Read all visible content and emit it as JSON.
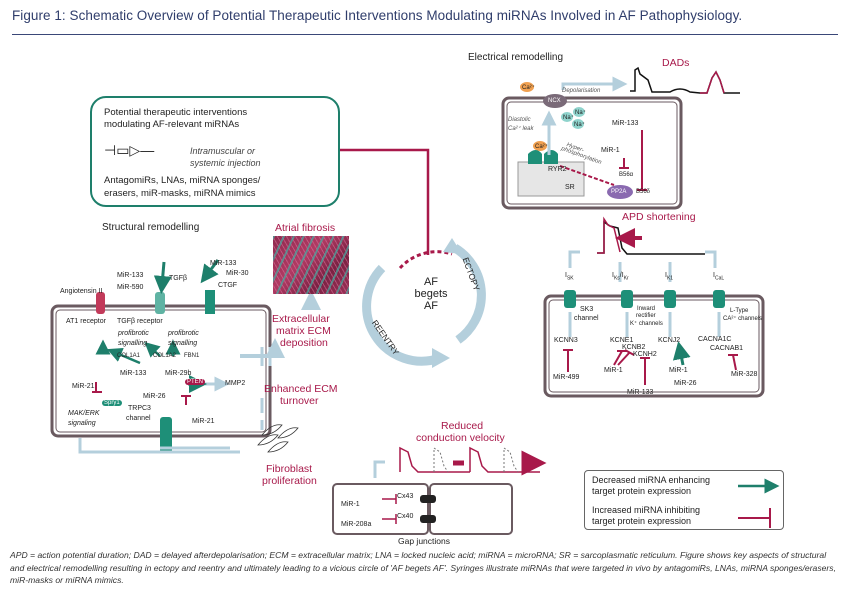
{
  "figure": {
    "title": "Figure 1: Schematic Overview of Potential Therapeutic Interventions Modulating miRNAs Involved in AF Pathophysiology.",
    "caption": "APD = action potential duration; DAD = delayed afterdepolarisation; ECM = extracellular matrix; LNA = locked nucleic acid; miRNA = microRNA; SR = sarcoplasmatic reticulum. Figure shows key aspects of structural and electrical remodelling resulting in ectopy and reentry and ultimately leading to a vicious circle of 'AF begets AF'. Syringes illustrate miRNAs that were targeted in vivo by antagomiRs, LNAs, miRNA sponges/erasers, miR-masks or miRNA mimics."
  },
  "colors": {
    "title": "#2f3d6b",
    "red": "#a8194a",
    "teal": "#1e7f6b",
    "lightblue": "#b4cfdc",
    "cellborder": "#6a5a60"
  },
  "therapy": {
    "heading": "Potential therapeutic interventions modulating AF-relevant miRNAs",
    "heading_line1": "Potential therapeutic interventions",
    "heading_line2": "modulating AF-relevant miRNAs",
    "route_line1": "Intramuscular or",
    "route_line2": "systemic injection",
    "agents_line1": "AntagomiRs, LNAs, miRNA sponges/",
    "agents_line2": "erasers, miR-masks, miRNA mimics"
  },
  "cycle": {
    "center_line1": "AF",
    "center_line2": "begets",
    "center_line3": "AF",
    "left_label": "REENTRY",
    "right_label": "ECTOPY"
  },
  "structural": {
    "heading": "Structural remodelling",
    "angiotensin": "Angiotensin II",
    "tgfb": "TGFβ",
    "ctgf": "CTGF",
    "at1_receptor": "AT1 receptor",
    "tgfb_receptor": "TGFβ receptor",
    "profibrotic1": "profibrotic",
    "signalling1": "signalling",
    "profibrotic2": "profibrotic",
    "signalling2": "signalling",
    "col1a1": "COL1A1",
    "col1a2": "COL1A2",
    "fbn1": "FBN1",
    "mmp2": "MMP2",
    "pten": "PTEN",
    "spry1": "Spry1",
    "mak_erk1": "MAK/ERK",
    "mak_erk2": "signaling",
    "trpc3_1": "TRPC3",
    "trpc3_2": "channel",
    "mirnas": {
      "mir133_top": "MiR-133",
      "mir590": "MiR-590",
      "mir133_ctgf": "MiR-133",
      "mir30": "MiR-30",
      "mir21_left": "MiR-21",
      "mir133_mid": "MiR-133",
      "mir29b": "MiR-29b",
      "mir26": "MiR-26",
      "mir21_right": "MiR-21"
    }
  },
  "outcomes": {
    "atrial_fibrosis": "Atrial fibrosis",
    "ecm_deposition_1": "Extracellular",
    "ecm_deposition_2": "matrix ECM",
    "ecm_deposition_3": "deposition",
    "ecm_turnover_1": "Enhanced ECM",
    "ecm_turnover_2": "turnover",
    "fibroblast_1": "Fibroblast",
    "fibroblast_2": "proliferation",
    "conduction_1": "Reduced",
    "conduction_2": "conduction velocity",
    "gap_junctions": "Gap junctions"
  },
  "electrical": {
    "heading": "Electrical remodelling",
    "dads": "DADs",
    "ca_top": "Ca²⁺",
    "ncx": "NCX",
    "depolarisation": "Depolarisation",
    "na1": "Na⁺",
    "na2": "Na⁺",
    "na3": "Na⁺",
    "diastolic1": "Diastolic",
    "diastolic2": "Ca²⁺ leak",
    "ca_mid": "Ca²⁺",
    "ryr2": "RYR2",
    "sr": "SR",
    "hyper1": "Hyper-",
    "hyper2": "phosphorylation",
    "mir133": "MiR-133",
    "mir1": "MiR-1",
    "b56a": "B56α",
    "b56d": "B56δ",
    "pp2a": "PP2A"
  },
  "apd": {
    "heading": "APD shortening",
    "currents": [
      "I_SK",
      "I_Ks/I_Kr",
      "I_K1",
      "I_CaL"
    ],
    "sk": "I",
    "sk_sub": "SK",
    "kskr": "I",
    "kskr_sub": "Ks",
    "kskr2": "/I",
    "kskr2_sub": "Kr",
    "k1": "I",
    "k1_sub": "K1",
    "cal": "I",
    "cal_sub": "CaL",
    "sk3_1": "SK3",
    "sk3_2": "channel",
    "inward1": "Inward",
    "inward2": "rectifier",
    "inward3": "K⁺ channels",
    "ltype1": "L-Type",
    "ltype2": "CA²⁺ channels",
    "genes": {
      "kcnn3": "KCNN3",
      "kcne1": "KCNE1",
      "kcnb2": "KCNB2",
      "kcnh2": "KCNH2",
      "kcnj2": "KCNJ2",
      "cacna1c": "CACNA1C",
      "cacnab1": "CACNAB1"
    },
    "mirnas": {
      "mir499": "MiR-499",
      "mir1a": "MiR-1",
      "mir133": "MiR-133",
      "mir1b": "MiR-1",
      "mir26": "MiR-26",
      "mir328": "MiR-328"
    }
  },
  "gap": {
    "mir1": "MiR-1",
    "mir208a": "MiR-208a",
    "cx43": "Cx43",
    "cx40": "Cx40"
  },
  "legend": {
    "item1_line1": "Decreased miRNA enhancing",
    "item1_line2": "target protein expression",
    "item2_line1": "Increased miRNA inhibiting",
    "item2_line2": "target protein expression"
  }
}
